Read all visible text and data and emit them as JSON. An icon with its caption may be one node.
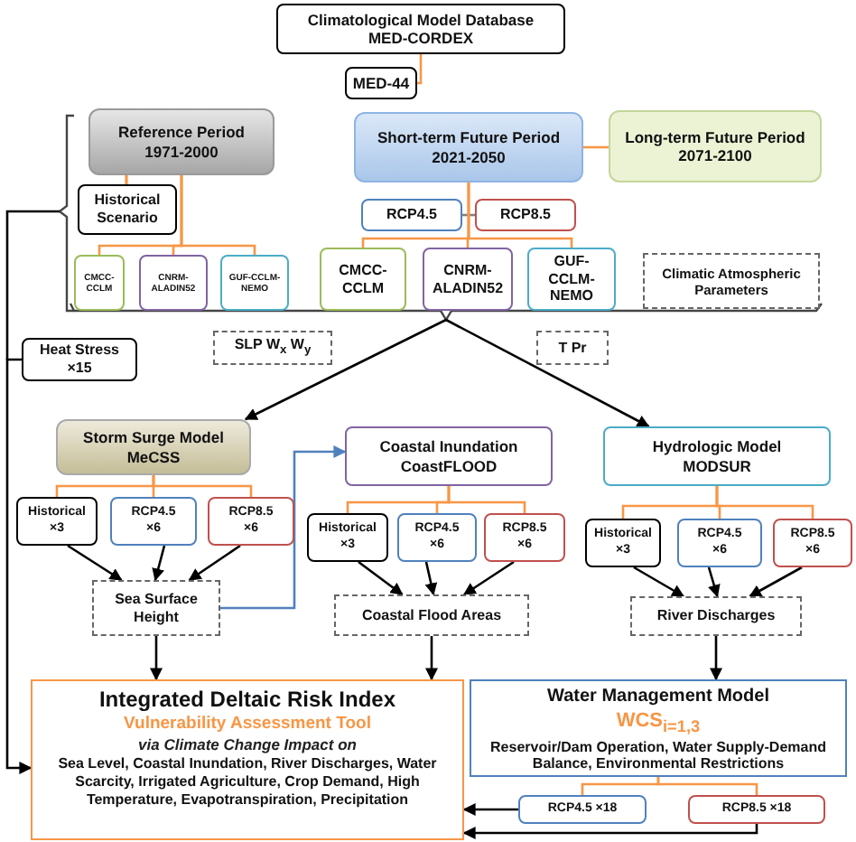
{
  "diagram": {
    "nodes": [
      {
        "text": [
          "Climatological Model Database",
          "MED-CORDEX"
        ]
      },
      {
        "text": [
          "MED-44"
        ]
      },
      {
        "text": [
          "Reference Period",
          "1971-2000"
        ]
      },
      {
        "text": [
          "Historical Scenario"
        ]
      },
      {
        "text": [
          "CMCC-CCLM"
        ]
      },
      {
        "text": [
          "CNRM-ALADIN52"
        ]
      },
      {
        "text": [
          "GUF-CCLM-NEMO"
        ]
      },
      {
        "text": [
          "Short-term Future Period",
          "2021-2050"
        ]
      },
      {
        "text": [
          "Long-term Future Period",
          "2071-2100"
        ]
      },
      {
        "text": [
          "RCP4.5"
        ]
      },
      {
        "text": [
          "RCP8.5"
        ]
      },
      {
        "text": [
          "CMCC-CCLM"
        ]
      },
      {
        "text": [
          "CNRM-ALADIN52"
        ]
      },
      {
        "text": [
          "GUF-CCLM-NEMO"
        ]
      },
      {
        "text": [
          "Climatic Atmospheric Parameters"
        ]
      },
      {
        "text": [
          "Heat Stress",
          "×15"
        ]
      },
      {
        "text": [
          "SLP W$_{x}$ W$_{y}$"
        ]
      },
      {
        "text": [
          "T Pr"
        ]
      },
      {
        "text": [
          "Storm Surge Model",
          "MeCSS"
        ]
      },
      {
        "text": [
          "Coastal Inundation",
          "CoastFLOOD"
        ]
      },
      {
        "text": [
          "Hydrologic Model",
          "MODSUR"
        ]
      },
      {
        "text": [
          "Historical",
          "×3"
        ]
      },
      {
        "text": [
          "RCP4.5",
          "×6"
        ]
      },
      {
        "text": [
          "RCP8.5",
          "×6"
        ]
      },
      {
        "text": [
          "Sea Surface Height"
        ]
      },
      {
        "text": [
          "Historical",
          "×3"
        ]
      },
      {
        "text": [
          "RCP4.5",
          "×6"
        ]
      },
      {
        "text": [
          "RCP8.5",
          "×6"
        ]
      },
      {
        "text": [
          "Coastal Flood Areas"
        ]
      },
      {
        "text": [
          "Historical",
          "×3"
        ]
      },
      {
        "text": [
          "RCP4.5",
          "×6"
        ]
      },
      {
        "text": [
          "RCP8.5",
          "×6"
        ]
      },
      {
        "text": [
          "River Discharges"
        ]
      },
      {
        "text": [
          "Integrated Deltaic Risk Index",
          "Vulnerability Assessment Tool",
          "via Climate Change Impact on",
          "Sea Level, Coastal Inundation, River Discharges, Water Scarcity, Irrigated Agriculture, Crop Demand, High Temperature, Evapotranspiration, Precipitation"
        ]
      },
      {
        "text": [
          "Water Management Model",
          "WCS$_{i=1,3}$",
          "Reservoir/Dam Operation, Water Supply-Demand Balance, Environmental Restrictions"
        ]
      },
      {
        "text": [
          "RCP4.5 ×18"
        ]
      },
      {
        "text": [
          "RCP8.5 ×18"
        ]
      }
    ],
    "edges": [
      {
        "from": 0,
        "to": 1,
        "arrow": "none",
        "color": "#f79646"
      },
      {
        "from": 2,
        "to": 4,
        "arrow": "none",
        "color": "#f79646"
      },
      {
        "from": 2,
        "to": 5,
        "arrow": "none",
        "color": "#f79646"
      },
      {
        "from": 2,
        "to": 6,
        "arrow": "none",
        "color": "#f79646"
      },
      {
        "from": 7,
        "to": 8,
        "arrow": "none",
        "color": "#f79646"
      },
      {
        "from": 9,
        "to": 10,
        "arrow": "none",
        "color": "#7f7f7f"
      },
      {
        "from": 7,
        "to": 11,
        "arrow": "none",
        "color": "#f79646"
      },
      {
        "from": 7,
        "to": 12,
        "arrow": "none",
        "color": "#f79646"
      },
      {
        "from": 7,
        "to": 13,
        "arrow": "none",
        "color": "#f79646"
      },
      {
        "from": 12,
        "to": 18,
        "arrow": "to",
        "color": "#000000"
      },
      {
        "from": 12,
        "to": 20,
        "arrow": "to",
        "color": "#000000"
      },
      {
        "from": 18,
        "to": 21,
        "arrow": "none",
        "color": "#f79646"
      },
      {
        "from": 18,
        "to": 22,
        "arrow": "none",
        "color": "#f79646"
      },
      {
        "from": 18,
        "to": 23,
        "arrow": "none",
        "color": "#f79646"
      },
      {
        "from": 19,
        "to": 25,
        "arrow": "none",
        "color": "#f79646"
      },
      {
        "from": 19,
        "to": 26,
        "arrow": "none",
        "color": "#f79646"
      },
      {
        "from": 19,
        "to": 27,
        "arrow": "none",
        "color": "#f79646"
      },
      {
        "from": 20,
        "to": 29,
        "arrow": "none",
        "color": "#f79646"
      },
      {
        "from": 20,
        "to": 30,
        "arrow": "none",
        "color": "#f79646"
      },
      {
        "from": 20,
        "to": 31,
        "arrow": "none",
        "color": "#f79646"
      },
      {
        "from": 21,
        "to": 24,
        "arrow": "to",
        "color": "#000000"
      },
      {
        "from": 22,
        "to": 24,
        "arrow": "to",
        "color": "#000000"
      },
      {
        "from": 23,
        "to": 24,
        "arrow": "to",
        "color": "#000000"
      },
      {
        "from": 25,
        "to": 28,
        "arrow": "to",
        "color": "#000000"
      },
      {
        "from": 26,
        "to": 28,
        "arrow": "to",
        "color": "#000000"
      },
      {
        "from": 27,
        "to": 28,
        "arrow": "to",
        "color": "#000000"
      },
      {
        "from": 29,
        "to": 32,
        "arrow": "to",
        "color": "#000000"
      },
      {
        "from": 30,
        "to": 32,
        "arrow": "to",
        "color": "#000000"
      },
      {
        "from": 31,
        "to": 32,
        "arrow": "to",
        "color": "#000000"
      },
      {
        "from": 24,
        "to": 19,
        "arrow": "to",
        "color": "#4f81bd"
      },
      {
        "from": 24,
        "to": 33,
        "arrow": "to",
        "color": "#000000"
      },
      {
        "from": 28,
        "to": 33,
        "arrow": "to",
        "color": "#000000"
      },
      {
        "from": 32,
        "to": 34,
        "arrow": "to",
        "color": "#000000"
      },
      {
        "from": 34,
        "to": 35,
        "arrow": "none",
        "color": "#f79646"
      },
      {
        "from": 34,
        "to": 36,
        "arrow": "none",
        "color": "#f79646"
      },
      {
        "from": 35,
        "to": 33,
        "arrow": "to",
        "color": "#000000"
      },
      {
        "from": 36,
        "to": 33,
        "arrow": "to",
        "color": "#000000"
      },
      {
        "from": 15,
        "to": 33,
        "arrow": "to",
        "color": "#000000"
      }
    ]
  }
}
